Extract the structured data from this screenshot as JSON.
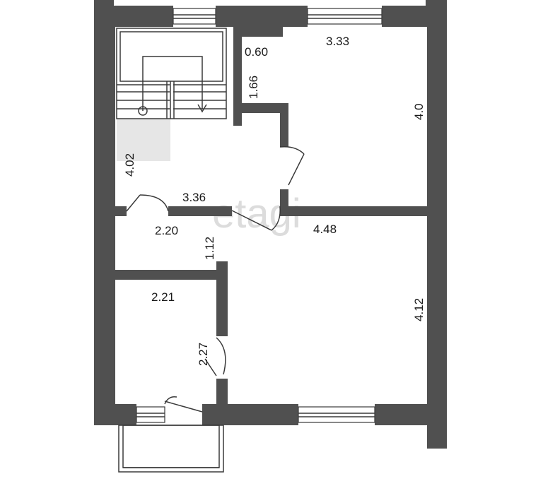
{
  "watermark": "etagi",
  "colors": {
    "wall": "#505050",
    "background": "#ffffff",
    "stair_landing": "#e6e6e6"
  },
  "dimensions": {
    "top_small": "0.60",
    "top_room_width": "3.33",
    "closet_depth": "1.66",
    "right_room_height": "4.0",
    "stair_length": "4.02",
    "hall_width": "3.36",
    "room_width_mid": "4.48",
    "bath_width": "2.20",
    "bath_depth": "1.12",
    "bottom_left_width": "2.21",
    "bottom_right_height": "4.12",
    "bottom_left_height": "2.27"
  }
}
